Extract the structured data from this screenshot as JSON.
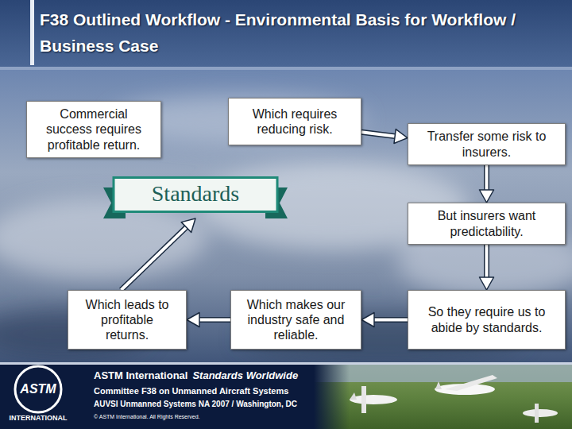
{
  "diagram": {
    "title": "F38 Outlined Workflow - Environmental Basis for Workflow / Business Case",
    "nodes": [
      {
        "text": [
          "Commercial success requires profitable return."
        ]
      },
      {
        "text": [
          "Which requires reducing risk."
        ]
      },
      {
        "text": [
          "Transfer some risk to insurers."
        ]
      },
      {
        "text": [
          "Standards"
        ]
      },
      {
        "text": [
          "But insurers want predictability."
        ]
      },
      {
        "text": [
          "So they require us to abide by standards."
        ]
      },
      {
        "text": [
          "Which makes our industry safe and reliable."
        ]
      },
      {
        "text": [
          "Which leads to profitable returns."
        ]
      }
    ],
    "edges": [
      {
        "from": 1,
        "to": 2,
        "arrow": "to"
      },
      {
        "from": 2,
        "to": 4,
        "arrow": "to"
      },
      {
        "from": 4,
        "to": 5,
        "arrow": "to"
      },
      {
        "from": 5,
        "to": 6,
        "arrow": "to"
      },
      {
        "from": 6,
        "to": 7,
        "arrow": "to"
      },
      {
        "from": 7,
        "to": 3,
        "arrow": "to"
      }
    ],
    "labels": [
      "ASTM",
      "INTERNATIONAL",
      "ASTM International",
      "Standards Worldwide",
      "Committee F38 on Unmanned Aircraft Systems",
      "AUVSI Unmanned Systems NA 2007 / Washington, DC",
      "© ASTM International. All Rights Reserved."
    ]
  }
}
